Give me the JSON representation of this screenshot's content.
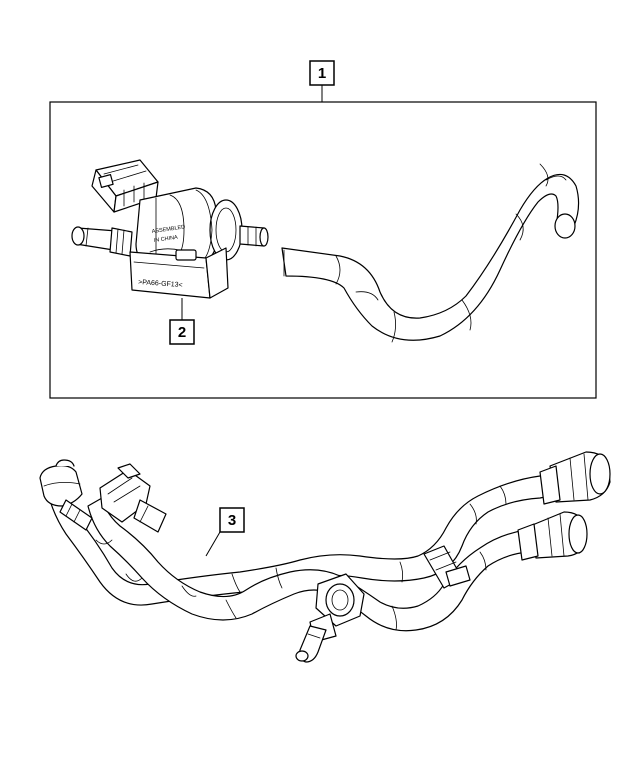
{
  "callouts": [
    {
      "id": "1",
      "label": "1"
    },
    {
      "id": "2",
      "label": "2"
    },
    {
      "id": "3",
      "label": "3"
    }
  ],
  "valve_markings": {
    "line1": "ASSEMBLED",
    "line2": "IN CHINA",
    "part_code": ">PA66-GF13<"
  },
  "colors": {
    "line": "#000000",
    "fill": "#ffffff"
  }
}
